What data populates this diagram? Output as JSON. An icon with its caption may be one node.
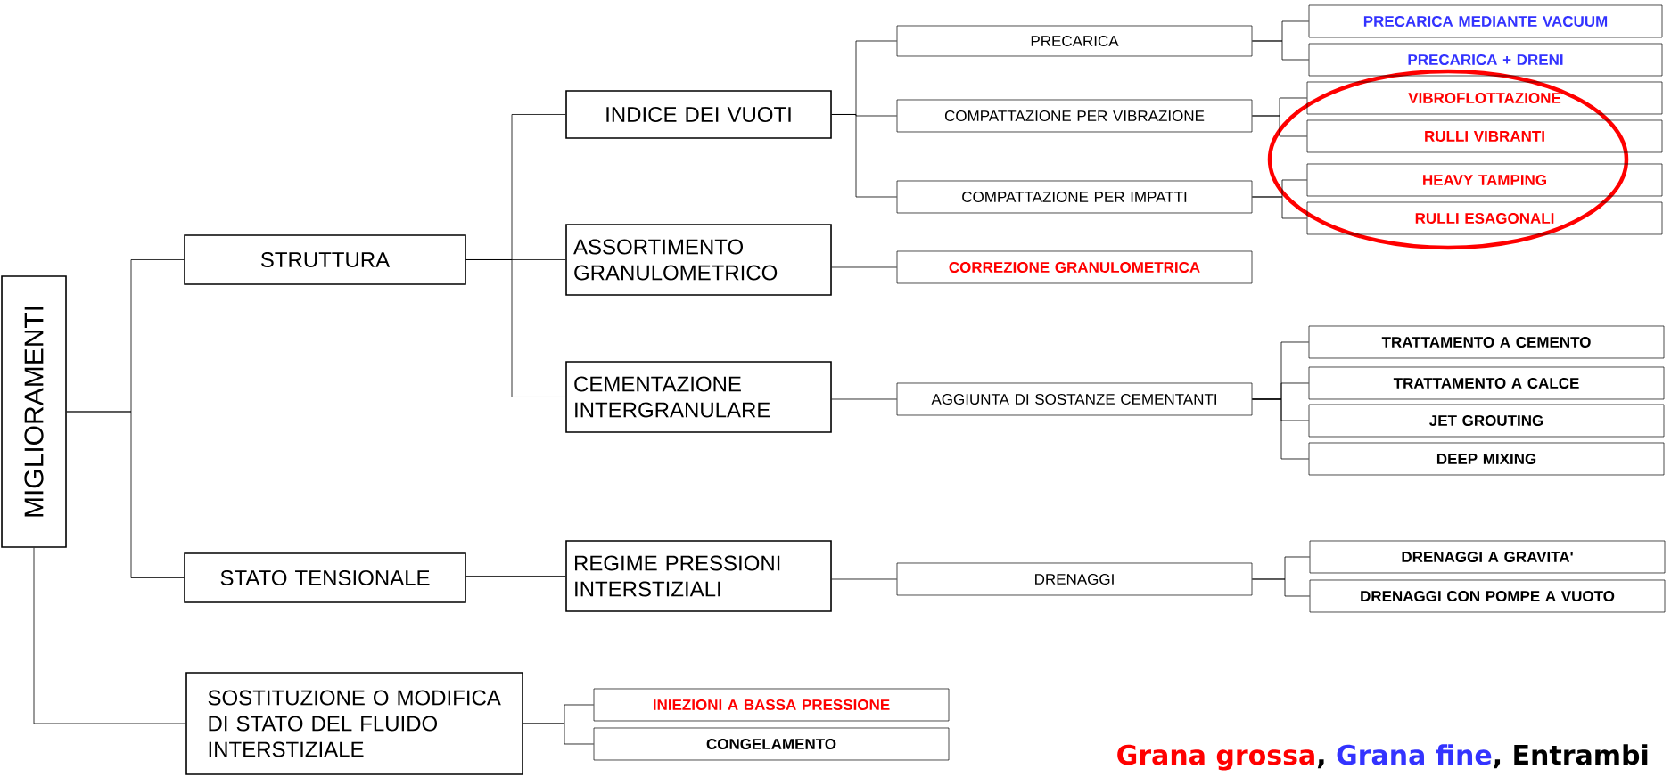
{
  "diagram": {
    "nodes": [
      {
        "text": [
          "MIGLIORAMENTI"
        ]
      },
      {
        "text": [
          "STRUTTURA"
        ]
      },
      {
        "text": [
          "STATO TENSIONALE"
        ]
      },
      {
        "text": [
          "SOSTITUZIONE O MODIFICA DI STATO DEL FLUIDO INTERSTIZIALE"
        ]
      },
      {
        "text": [
          "INDICE DEI VUOTI"
        ]
      },
      {
        "text": [
          "ASSORTIMENTO GRANULOMETRICO"
        ]
      },
      {
        "text": [
          "CEMENTAZIONE INTERGRANULARE"
        ]
      },
      {
        "text": [
          "REGIME PRESSIONI INTERSTIZIALI"
        ]
      },
      {
        "text": [
          "PRECARICA"
        ]
      },
      {
        "text": [
          "COMPATTAZIONE PER VIBRAZIONE"
        ]
      },
      {
        "text": [
          "COMPATTAZIONE PER IMPATTI"
        ]
      },
      {
        "text": [
          "CORREZIONE GRANULOMETRICA"
        ]
      },
      {
        "text": [
          "AGGIUNTA DI SOSTANZE CEMENTANTI"
        ]
      },
      {
        "text": [
          "DRENAGGI"
        ]
      },
      {
        "text": [
          "PRECARICA MEDIANTE VACUUM"
        ]
      },
      {
        "text": [
          "PRECARICA + DRENI"
        ]
      },
      {
        "text": [
          "VIBROFLOTTAZIONE"
        ]
      },
      {
        "text": [
          "RULLI VIBRANTI"
        ]
      },
      {
        "text": [
          "HEAVY TAMPING"
        ]
      },
      {
        "text": [
          "RULLI ESAGONALI"
        ]
      },
      {
        "text": [
          "TRATTAMENTO A CEMENTO"
        ]
      },
      {
        "text": [
          "TRATTAMENTO A CALCE"
        ]
      },
      {
        "text": [
          "JET GROUTING"
        ]
      },
      {
        "text": [
          "DEEP MIXING"
        ]
      },
      {
        "text": [
          "DRENAGGI A GRAVITA'"
        ]
      },
      {
        "text": [
          "DRENAGGI CON POMPE A VUOTO"
        ]
      },
      {
        "text": [
          "INIEZIONI A BASSA PRESSIONE"
        ]
      },
      {
        "text": [
          "CONGELAMENTO"
        ]
      }
    ],
    "edges": [
      {
        "from": 0,
        "to": 1,
        "arrow": "none"
      },
      {
        "from": 0,
        "to": 2,
        "arrow": "none"
      },
      {
        "from": 0,
        "to": 3,
        "arrow": "none"
      },
      {
        "from": 1,
        "to": 4,
        "arrow": "none"
      },
      {
        "from": 1,
        "to": 5,
        "arrow": "none"
      },
      {
        "from": 1,
        "to": 6,
        "arrow": "none"
      },
      {
        "from": 2,
        "to": 7,
        "arrow": "none"
      },
      {
        "from": 4,
        "to": 8,
        "arrow": "none"
      },
      {
        "from": 4,
        "to": 9,
        "arrow": "none"
      },
      {
        "from": 4,
        "to": 10,
        "arrow": "none"
      },
      {
        "from": 5,
        "to": 11,
        "arrow": "none"
      },
      {
        "from": 6,
        "to": 12,
        "arrow": "none"
      },
      {
        "from": 7,
        "to": 13,
        "arrow": "none"
      },
      {
        "from": 8,
        "to": 14,
        "arrow": "none"
      },
      {
        "from": 8,
        "to": 15,
        "arrow": "none"
      },
      {
        "from": 9,
        "to": 16,
        "arrow": "none"
      },
      {
        "from": 9,
        "to": 17,
        "arrow": "none"
      },
      {
        "from": 10,
        "to": 18,
        "arrow": "none"
      },
      {
        "from": 10,
        "to": 19,
        "arrow": "none"
      },
      {
        "from": 12,
        "to": 20,
        "arrow": "none"
      },
      {
        "from": 12,
        "to": 21,
        "arrow": "none"
      },
      {
        "from": 12,
        "to": 22,
        "arrow": "none"
      },
      {
        "from": 12,
        "to": 23,
        "arrow": "none"
      },
      {
        "from": 13,
        "to": 24,
        "arrow": "none"
      },
      {
        "from": 13,
        "to": 25,
        "arrow": "none"
      },
      {
        "from": 3,
        "to": 26,
        "arrow": "none"
      },
      {
        "from": 3,
        "to": 27,
        "arrow": "none"
      }
    ],
    "labels": [
      ",",
      ","
    ],
    "legend": [
      {
        "text": "Grana grossa",
        "color": "#ff0000"
      },
      {
        "text": "Grana fine",
        "color": "#3333ff"
      },
      {
        "text": "Entrambi",
        "color": "#000000"
      }
    ]
  }
}
